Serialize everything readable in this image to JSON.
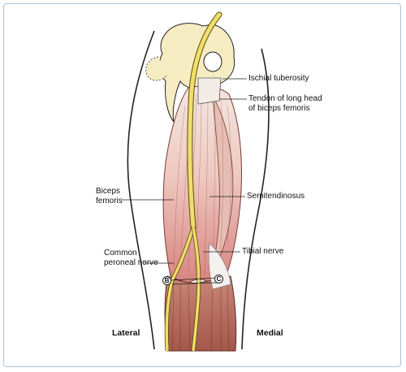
{
  "labels": {
    "ischial_tuberosity": "Ischial tuberosity",
    "tendon_line1": "Tendon of long head",
    "tendon_line2": "of biceps femoris",
    "biceps_line1": "Biceps",
    "biceps_line2": "femoris",
    "semitendinosus": "Semitendinosus",
    "tibial_nerve": "Tibial nerve",
    "common_peroneal_line1": "Common",
    "common_peroneal_line2": "peroneal nerve",
    "marker_b": "B",
    "marker_c": "C",
    "lateral": "Lateral",
    "medial": "Medial"
  },
  "colors": {
    "frame_border": "#a9c3dc",
    "bone": "#f6ecc2",
    "muscle_top": "#eed8cf",
    "muscle_bottom": "#d98a86",
    "nerve": "#f1de6a",
    "muscle_deep": "#b86b5e"
  }
}
